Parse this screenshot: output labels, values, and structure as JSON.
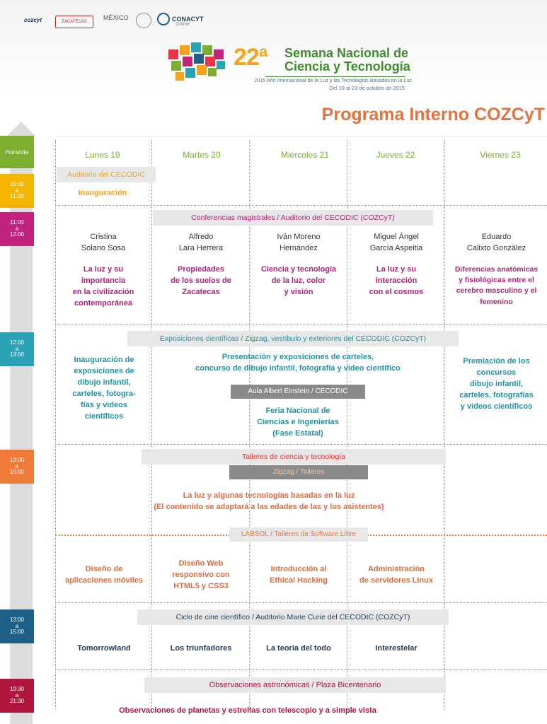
{
  "logos": {
    "cozcyt": "cozcyt",
    "zacatecas": "ZACATECAS",
    "mexico": "MÉXICO",
    "conacyt": "CONACYT",
    "conacyt_sub": "Online"
  },
  "event": {
    "number": "22ª",
    "title_line1": "Semana Nacional de",
    "title_line2": "Ciencia y Tecnología",
    "subtitle": "2015 Año Internacional de la Luz y las Tecnologías Basadas en la Luz",
    "dates": "Del 19 al 23 de octubre de 2015"
  },
  "program_title": "Programa Interno COZCyT",
  "hour_label": "Hora/día",
  "days": [
    "Lunes 19",
    "Martes 20",
    "Miércoles 21",
    "Jueves 22",
    "Viernes 23"
  ],
  "times": [
    {
      "from": "10:00",
      "a": "a",
      "to": "11:00"
    },
    {
      "from": "11:00",
      "a": "a",
      "to": "12:00"
    },
    {
      "from": "12:00",
      "a": "a",
      "to": "13:00"
    },
    {
      "from": "13:00",
      "a": "a",
      "to": "15:00"
    },
    {
      "from": "13:00",
      "a": "a",
      "to": "15:00"
    },
    {
      "from": "19:30",
      "a": "a",
      "to": "21:30"
    }
  ],
  "block1": {
    "bar": "Auditorio del CECODIC",
    "event": "Inauguración"
  },
  "block2": {
    "bar": "Conferencias magistrales / Auditorio del CECODIC (COZCyT)",
    "speakers": [
      {
        "name1": "Cristina",
        "name2": "Solano Sosa",
        "t1": "La luz y su",
        "t2": "importancia",
        "t3": "en la civilización",
        "t4": "contemporánea"
      },
      {
        "name1": "Alfredo",
        "name2": "Lara Herrera",
        "t1": "Propiedades",
        "t2": "de los suelos de",
        "t3": "Zacatecas",
        "t4": ""
      },
      {
        "name1": "Iván Moreno",
        "name2": "Hernández",
        "t1": "Ciencia y tecnología",
        "t2": "de la luz, color",
        "t3": "y visión",
        "t4": ""
      },
      {
        "name1": "Miguel Ángel",
        "name2": "García Aspeitia",
        "t1": "La luz y su",
        "t2": "interacción",
        "t3": "con el cosmos",
        "t4": ""
      },
      {
        "name1": "Eduardo",
        "name2": "Calixto González",
        "t1": "Diferencias anatómicas",
        "t2": "y fisiológicas entre el",
        "t3": "cerebro masculino y el",
        "t4": "femenino"
      }
    ]
  },
  "block3": {
    "bar": "Exposiciones científicas / Zigzag, vestíbulo y exteriores del CECODIC (COZCyT)",
    "monday": [
      "Inauguración de",
      "exposiciones de",
      "dibujo infantil,",
      "carteles, fotogra-",
      "fías  y videos",
      "científicos"
    ],
    "middle": [
      "Presentación y exposiciones de carteles,",
      "concurso de dibujo infantil, fotografía y video científico"
    ],
    "aula_bar": "Aula Albert Einstein / CECODIC",
    "feria": [
      "Feria Nacional de",
      "Ciencias e Ingenierías",
      "(Fase Estatal)"
    ],
    "friday": [
      "Premiación de los",
      "concursos",
      "dibujo infantil,",
      "carteles, fotografías",
      "y videos científicos"
    ]
  },
  "block4": {
    "bar": "Talleres de ciencia y tecnología",
    "zigzag_bar": "Zigzag / Talleres",
    "text": [
      "La luz y algunas tecnologías basadas en la luz",
      "(El contenido se adaptará a las edades de las y los asistentes)"
    ],
    "labsol_bar": "LABSOL / Talleres de Software Libre",
    "workshops": [
      [
        "Diseño de",
        "aplicaciones móviles"
      ],
      [
        "Diseño Web",
        "responsivo con",
        "HTML5 y CSS3"
      ],
      [
        "Introducción al",
        "Ethical Hacking"
      ],
      [
        "Administración",
        "de servidores Linux"
      ]
    ]
  },
  "block5": {
    "bar": "Ciclo de cine científico / Auditorio Marie Curie del CECODIC (COZCyT)",
    "films": [
      "Tomorrowland",
      "Los triunfadores",
      "La teoría del todo",
      "Interestelar"
    ]
  },
  "block6": {
    "bar": "Observaciones astronómicas / Plaza Bicentenario",
    "text": "Observaciones de planetas y estrellas con telescopio y a simple vista"
  },
  "colors": {
    "green": "#7cae2f",
    "yellow": "#f4b400",
    "magenta": "#c2237f",
    "teal": "#2aa3b4",
    "orange": "#f07a3a",
    "navy": "#1d5f86",
    "crimson": "#b0153e"
  }
}
